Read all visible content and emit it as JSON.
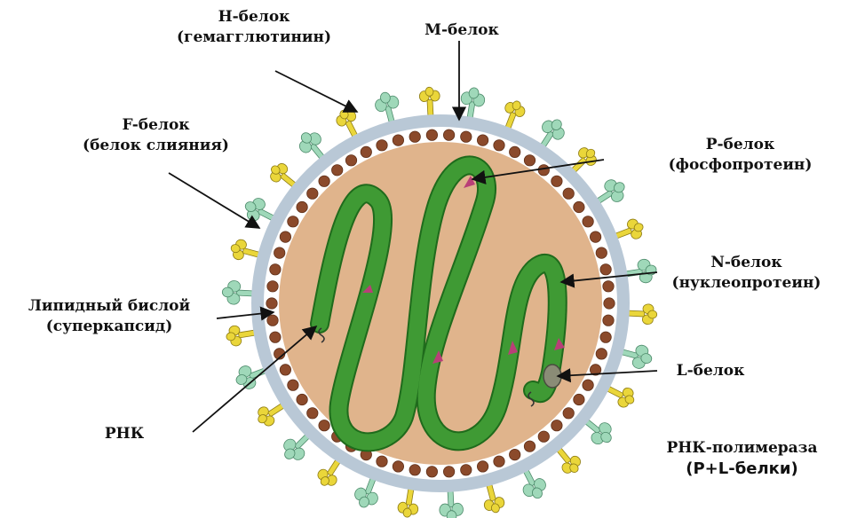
{
  "labels": {
    "h_protein": {
      "line1": "Н-белок",
      "line2": "(гемагглютинин)"
    },
    "m_protein": {
      "line1": "М-белок"
    },
    "f_protein": {
      "line1": "F-белок",
      "line2": "(белок слияния)"
    },
    "p_protein": {
      "line1": "Р-белок",
      "line2": "(фосфопротеин)"
    },
    "n_protein": {
      "line1": "N-белок",
      "line2": "(нуклеопротеин)"
    },
    "lipid_bilayer": {
      "line1": "Липидный бислой",
      "line2": "(суперкапсид)"
    },
    "l_protein": {
      "line1": "L-белок"
    },
    "rna": {
      "line1": "РНК"
    },
    "rna_polymerase": {
      "line1": "РНК-полимераза",
      "line2": "(Р+L-белки)"
    }
  },
  "colors": {
    "core": "#e0b48c",
    "membrane_bead": "#8b4a2b",
    "membrane_ring": "#b9c8d6",
    "h_spike": "#ead63a",
    "f_spike": "#9fd8b9",
    "nucleocapsid": "#3f9a34",
    "p_protein": "#b93f78",
    "l_protein": "#8a8c76"
  }
}
